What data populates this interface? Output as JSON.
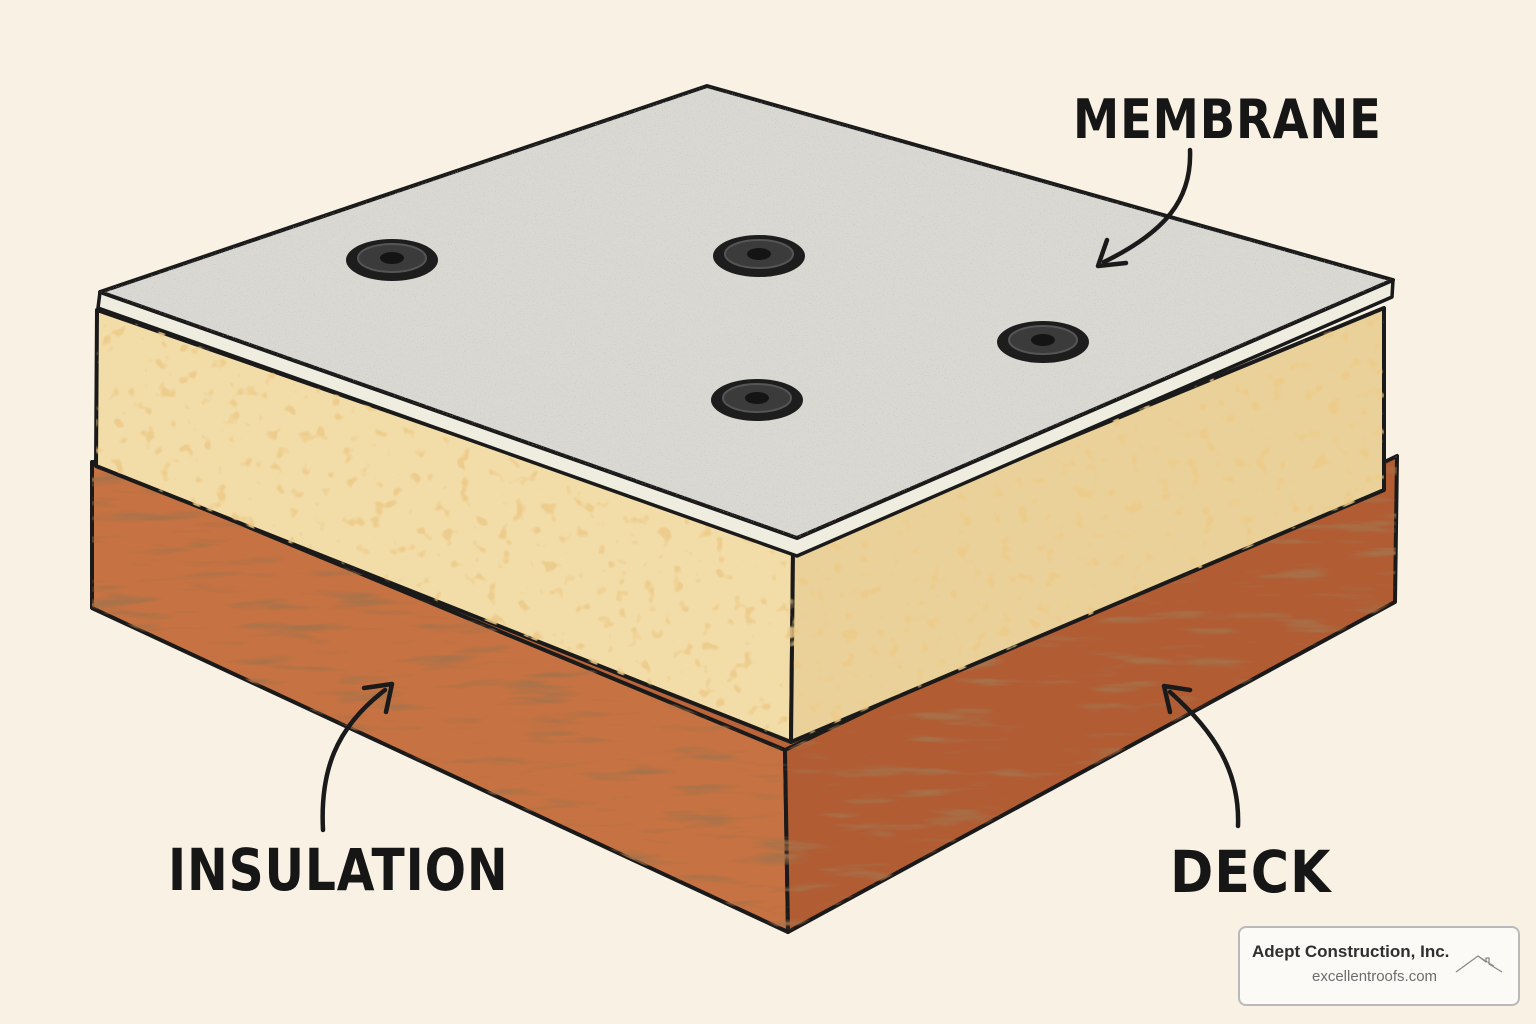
{
  "labels": {
    "membrane": "MEMBRANE",
    "insulation": "INSULATION",
    "deck": "DECK"
  },
  "watermark": {
    "company": "Adept Construction, Inc.",
    "website": "excellentroofs.com",
    "icon": "roof-outline-icon"
  },
  "colors": {
    "background": "#f8f1e4",
    "membrane": "#d9d8d2",
    "insulation": "#f1d9a3",
    "deck": "#c67242",
    "fastener": "#1d1d1d",
    "outline": "#1a1a1a"
  }
}
